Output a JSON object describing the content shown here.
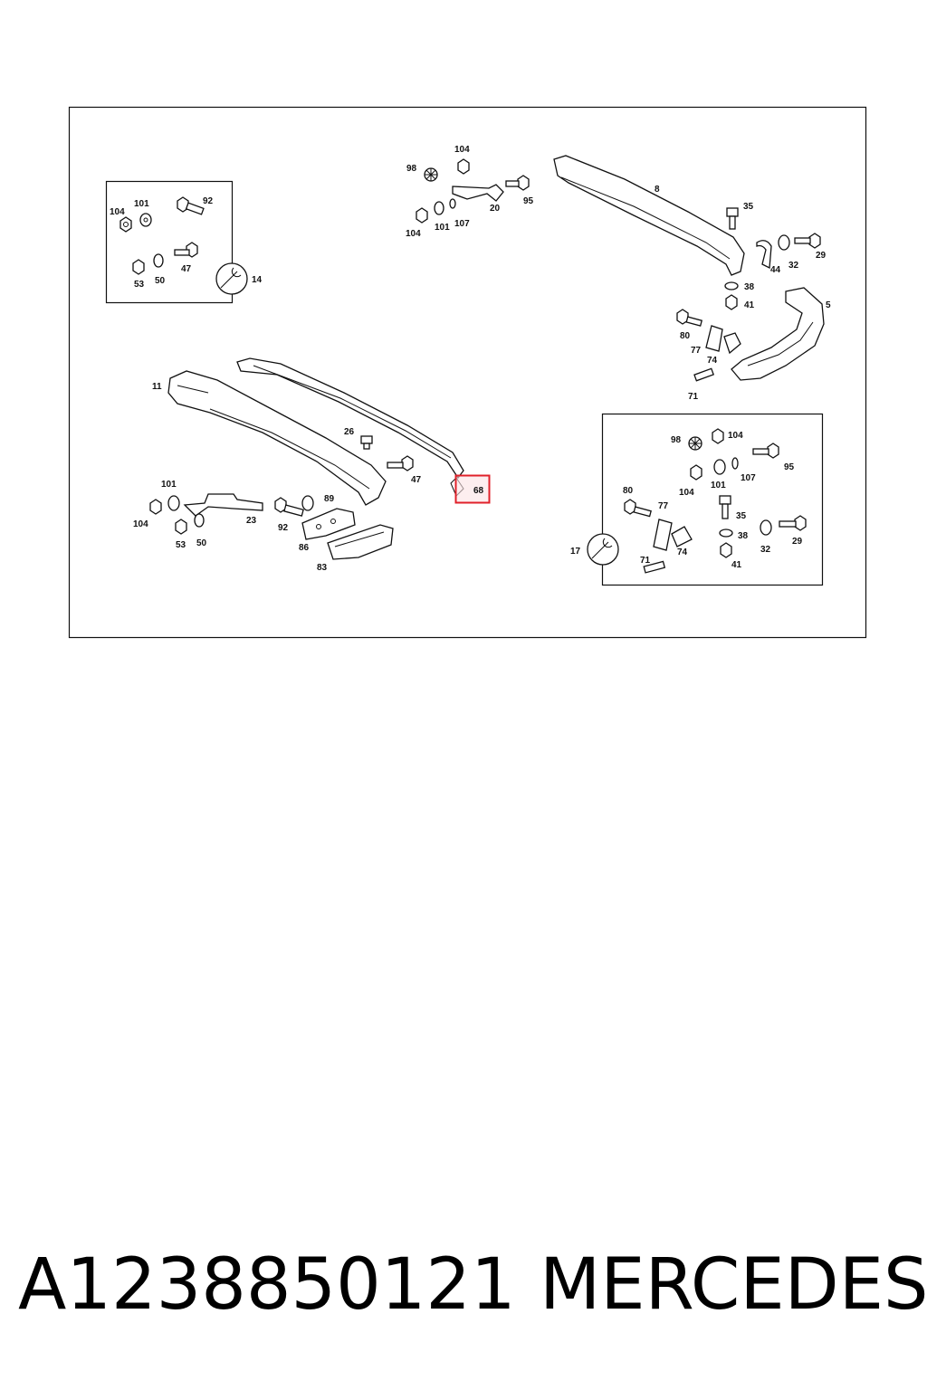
{
  "highlight_color": "#e0202a",
  "diagram": {
    "highlighted_label": "68",
    "labels_inset_top_left": [
      "104",
      "101",
      "92",
      "47",
      "53",
      "50",
      "14"
    ],
    "labels_top_middle": [
      "98",
      "104",
      "20",
      "95",
      "104",
      "101",
      "107"
    ],
    "labels_front_right": [
      "8",
      "35",
      "44",
      "32",
      "29",
      "38",
      "41",
      "5",
      "80",
      "77",
      "74",
      "71"
    ],
    "labels_rear_left": [
      "11",
      "26",
      "47",
      "101",
      "104",
      "23",
      "53",
      "50",
      "92",
      "89",
      "86",
      "83"
    ],
    "labels_inset_bottom_right": [
      "98",
      "104",
      "107",
      "95",
      "104",
      "101",
      "80",
      "77",
      "35",
      "38",
      "32",
      "29",
      "17",
      "71",
      "74",
      "41"
    ],
    "icons": [
      "wrench-icon-14",
      "wrench-icon-17"
    ]
  },
  "footer": {
    "part_number": "A1238850121",
    "brand": "MERCEDES"
  }
}
